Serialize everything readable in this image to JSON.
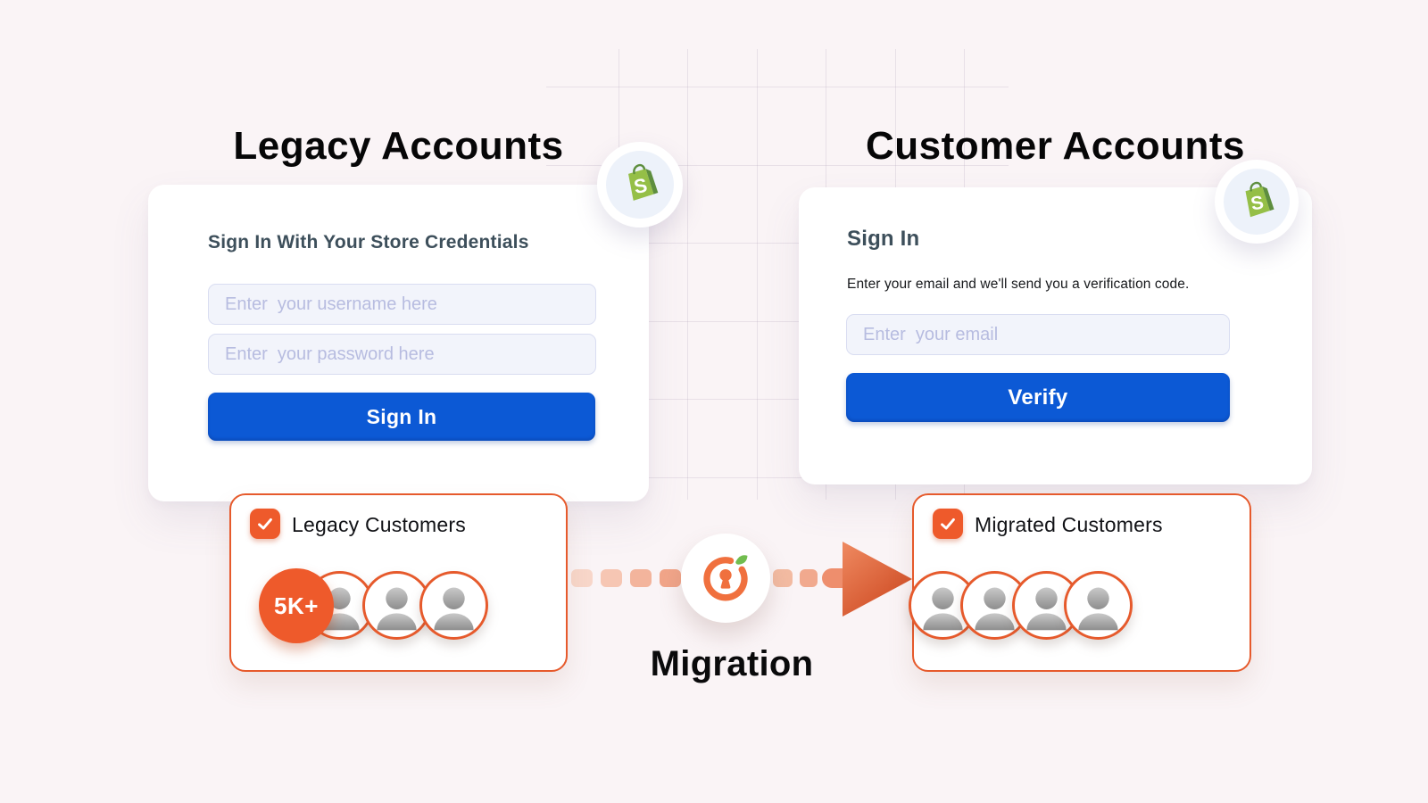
{
  "left_section": {
    "title": "Legacy Accounts",
    "signin_card": {
      "heading": "Sign In With Your Store Credentials",
      "username_placeholder": "Enter  your username here",
      "password_placeholder": "Enter  your password here",
      "submit_label": "Sign In"
    },
    "customers_card": {
      "label": "Legacy Customers",
      "count_badge": "5K+",
      "avatar_count": 3
    }
  },
  "right_section": {
    "title": "Customer Accounts",
    "signin_card": {
      "heading": "Sign In",
      "description": "Enter your email and we'll send you a verification code.",
      "email_placeholder": "Enter  your email",
      "submit_label": "Verify"
    },
    "customers_card": {
      "label": "Migrated Customers",
      "avatar_count": 4
    }
  },
  "migration": {
    "label": "Migration"
  },
  "icons": {
    "shopify_bag": "shopify-bag-icon",
    "shopify_letter": "S",
    "migration_lock": "lock-ring-leaf-icon",
    "checkmark": "checkmark-icon",
    "user_avatar": "user-avatar-icon"
  },
  "colors": {
    "background": "#faf4f6",
    "accent_blue": "#0c59d5",
    "accent_orange": "#ee5a2b",
    "orange_border": "#e65a2c",
    "arrow_deep": "#ce4a22",
    "heading_slate": "#3d4f5b",
    "placeholder": "#b7bce0",
    "input_bg": "#f2f4fb",
    "shopify_green": "#95bf47",
    "shopify_green_dark": "#5e8e3e",
    "leaf_green": "#71bd4f"
  }
}
